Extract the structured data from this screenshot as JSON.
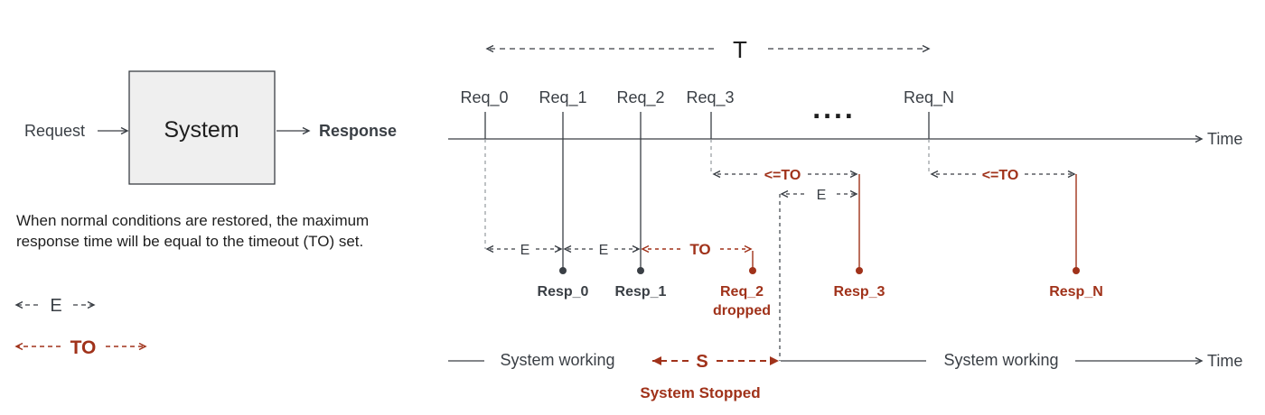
{
  "system_box": {
    "title": "System",
    "input_label": "Request",
    "output_label": "Response"
  },
  "note": "When normal conditions are restored, the maximum response time will be equal to the timeout (TO) set.",
  "legend": {
    "e_label": "E",
    "to_label": "TO"
  },
  "top_timeline": {
    "period_label": "T",
    "axis_label": "Time",
    "ellipsis": "....",
    "requests": [
      "Req_0",
      "Req_1",
      "Req_2",
      "Req_3",
      "Req_N"
    ]
  },
  "intervals": {
    "e_label": "E",
    "to_label": "TO",
    "max_label": "<=TO"
  },
  "responses": {
    "resp_0": "Resp_0",
    "resp_1": "Resp_1",
    "dropped_line1": "Req_2",
    "dropped_line2": "dropped",
    "resp_3": "Resp_3",
    "resp_n": "Resp_N"
  },
  "bottom_timeline": {
    "working_label_left": "System working",
    "stopped_symbol": "S",
    "working_label_right": "System working",
    "axis_label": "Time",
    "stopped_caption": "System Stopped"
  },
  "colors": {
    "gray": "#3a3f45",
    "red": "#a0321a",
    "box_fill": "#efefef"
  }
}
